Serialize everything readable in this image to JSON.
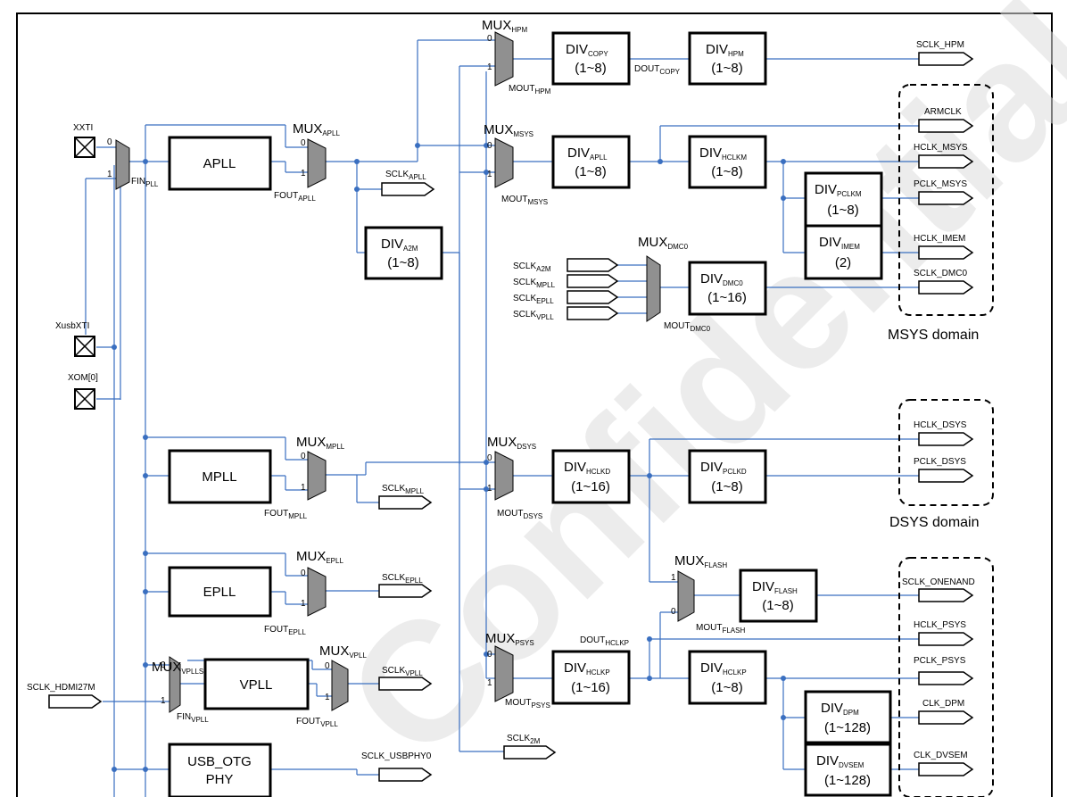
{
  "watermark": "Confidential",
  "pads": {
    "xxti": "XXTI",
    "xusbxti": "XusbXTI",
    "xom": "XOM[0]"
  },
  "inputs": {
    "sclk_hdmi27m": "SCLK_HDMI27M"
  },
  "blocks": {
    "apll": "APLL",
    "mpll": "MPLL",
    "epll": "EPLL",
    "vpll": "VPLL",
    "usb_otg_1": "USB_OTG",
    "usb_otg_2": "PHY",
    "div_range_1_8": "(1~8)",
    "div_range_1_16": "(1~16)",
    "div_range_2": "(2)",
    "div_range_1_128": "(1~128)"
  },
  "labels": {
    "div": "DIV",
    "mux": "MUX",
    "fin": "FIN",
    "fout": "FOUT",
    "mout": "MOUT",
    "dout": "DOUT",
    "sclk": "SCLK",
    "sub_copy": "COPY",
    "sub_hpm": "HPM",
    "sub_apll": "APLL",
    "sub_hclkm": "HCLKM",
    "sub_pclkm": "PCLKM",
    "sub_imem": "IMEM",
    "sub_a2m": "A2M",
    "sub_msys": "MSYS",
    "sub_dmc0": "DMC0",
    "sub_mpll": "MPLL",
    "sub_epll": "EPLL",
    "sub_vpll": "VPLL",
    "sub_vpllsrc": "VPLLSRC",
    "sub_pll": "PLL",
    "sub_dsys": "DSYS",
    "sub_hclkd": "HCLKD",
    "sub_pclkd": "PCLKD",
    "sub_flash": "FLASH",
    "sub_psys": "PSYS",
    "sub_hclkp": "HCLKP",
    "sub_dpm": "DPM",
    "sub_dvsem": "DVSEM",
    "sub_2m": "2M",
    "sel0": "0",
    "sel1": "1"
  },
  "outputs": {
    "sclk_hpm": "SCLK_HPM",
    "armclk": "ARMCLK",
    "hclk_msys": "HCLK_MSYS",
    "pclk_msys": "PCLK_MSYS",
    "hclk_imem": "HCLK_IMEM",
    "sclk_dmc0": "SCLK_DMC0",
    "hclk_dsys": "HCLK_DSYS",
    "pclk_dsys": "PCLK_DSYS",
    "sclk_onenand": "SCLK_ONENAND",
    "hclk_psys": "HCLK_PSYS",
    "pclk_psys": "PCLK_PSYS",
    "clk_dpm": "CLK_DPM",
    "clk_dvsem": "CLK_DVSEM",
    "sclk_usbphy0": "SCLK_USBPHY0"
  },
  "domains": {
    "msys": "MSYS domain",
    "dsys": "DSYS domain"
  }
}
